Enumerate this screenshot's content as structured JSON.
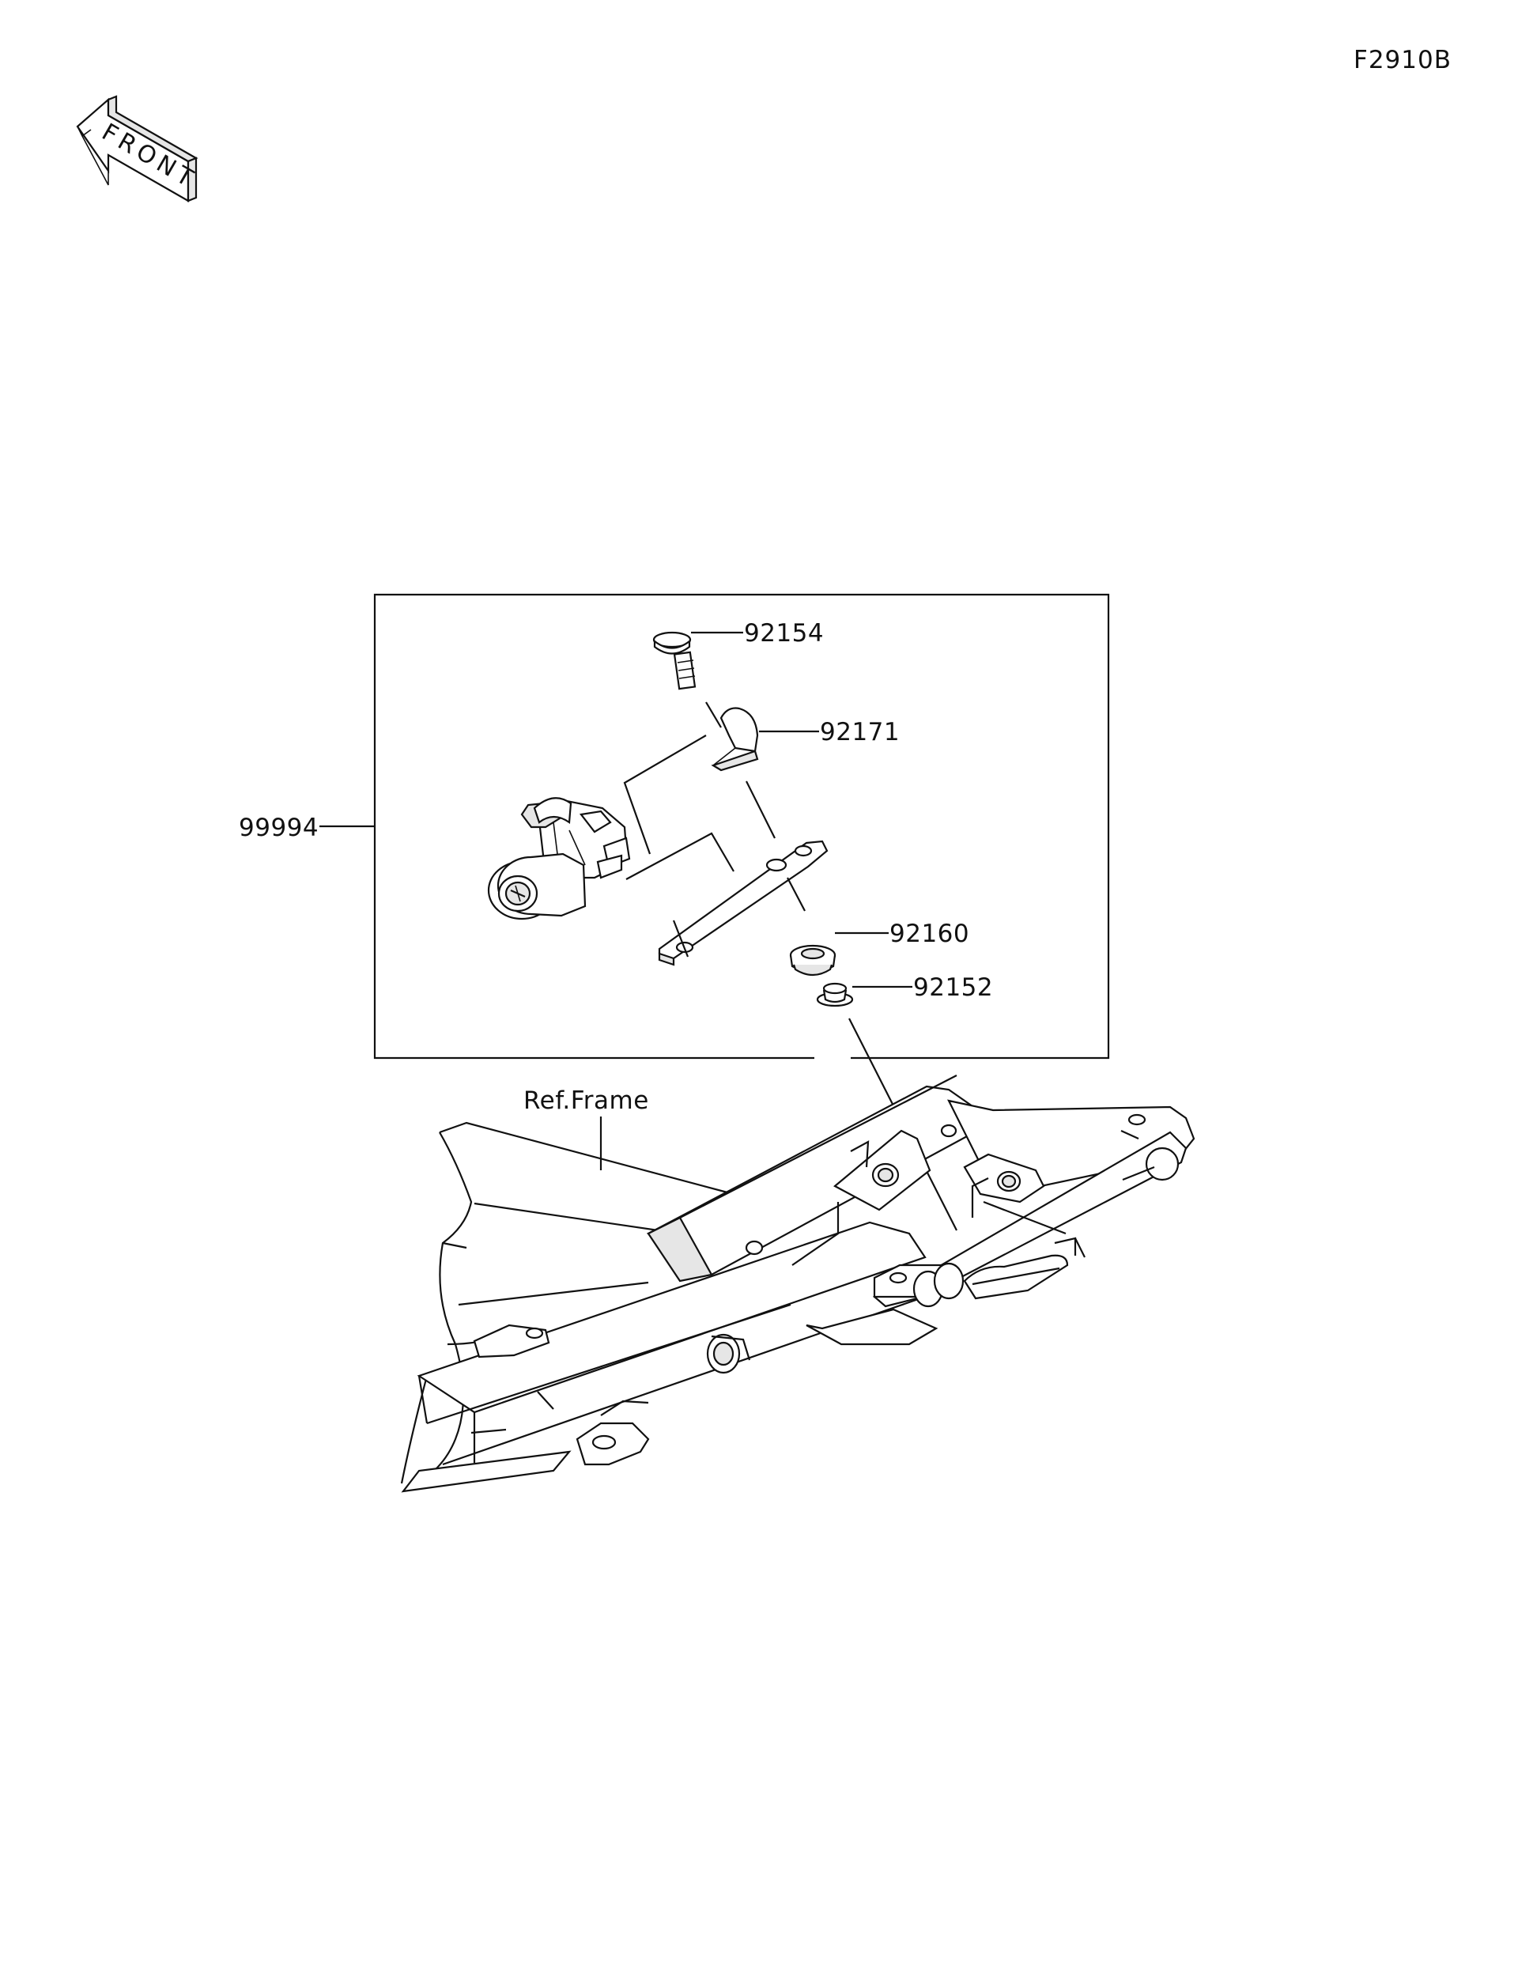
{
  "diagram": {
    "page_code": "F2910B",
    "front_arrow_text": "FRONT",
    "assembly_part_number": "99994",
    "parts": [
      {
        "number": "92154"
      },
      {
        "number": "92171"
      },
      {
        "number": "92160"
      },
      {
        "number": "92152"
      }
    ],
    "reference_label": "Ref.Frame"
  }
}
